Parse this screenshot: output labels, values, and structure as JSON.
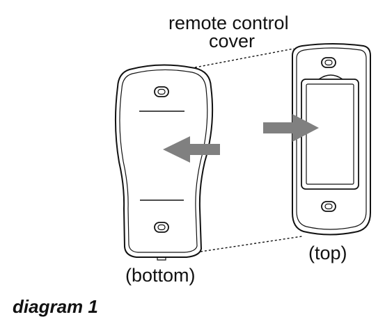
{
  "labels": {
    "cover_line1": "remote control",
    "cover_line2": "cover",
    "bottom": "(bottom)",
    "top": "(top)"
  },
  "caption": "diagram 1",
  "colors": {
    "outline": "#111111",
    "arrow": "#808080",
    "background": "#ffffff"
  }
}
